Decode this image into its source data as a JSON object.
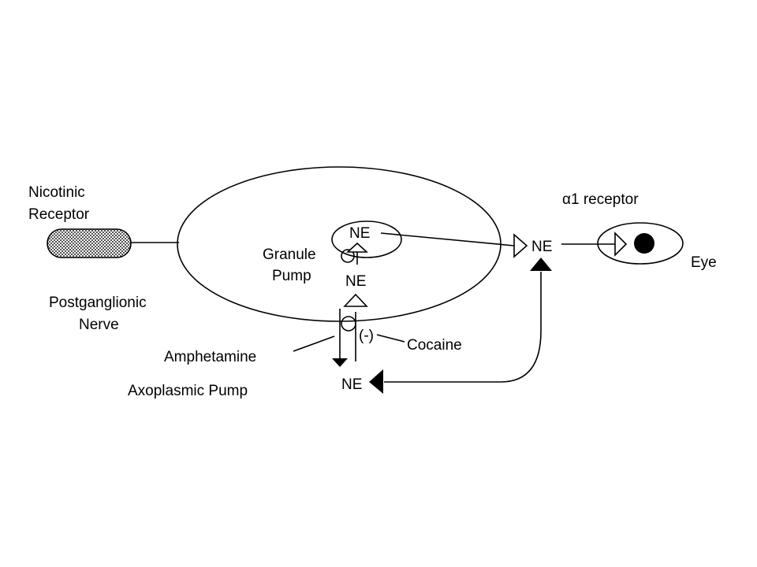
{
  "labels": {
    "nicotinic_receptor": [
      "Nicotinic",
      "Receptor"
    ],
    "postganglionic_nerve": [
      "Postganglionic",
      "Nerve"
    ],
    "granule_pump": [
      "Granule",
      "Pump"
    ],
    "ne_granule": "NE",
    "ne_cytoplasm": "NE",
    "ne_synapse": "NE",
    "ne_released": "NE",
    "alpha1_receptor": "α1 receptor",
    "eye": "Eye",
    "inhibition": "(-)",
    "cocaine": "Cocaine",
    "amphetamine": "Amphetamine",
    "axoplasmic_pump": "Axoplasmic Pump"
  },
  "colors": {
    "stroke": "#000000",
    "background": "#ffffff",
    "receptor_fill": "#b0b0b0"
  }
}
